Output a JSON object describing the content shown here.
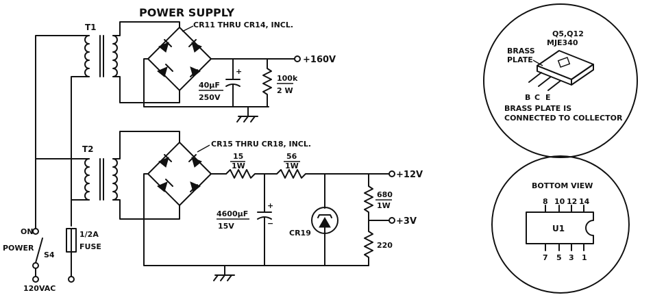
{
  "title": "POWER SUPPLY",
  "transformers": {
    "t1": "T1",
    "t2": "T2"
  },
  "diodes": {
    "top": "CR11 THRU CR14, INCL.",
    "bottom": "CR15 THRU CR18, INCL."
  },
  "outputs": {
    "v160": "+160V",
    "v12": "+12V",
    "v3": "+3V"
  },
  "top_cap": {
    "value": "40μF",
    "voltage": "250V",
    "polarity": "+"
  },
  "top_res": {
    "value": "100k",
    "power": "2 W"
  },
  "r15": {
    "value": "15",
    "power": "1W"
  },
  "r56": {
    "value": "56",
    "power": "1W"
  },
  "bottom_cap": {
    "value": "4600μF",
    "voltage": "15V",
    "plus": "+",
    "minus": "−"
  },
  "zener": {
    "label": "CR19"
  },
  "r680": {
    "value": "680",
    "power": "1W"
  },
  "r220": {
    "value": "220"
  },
  "switch": {
    "on_label": "ON",
    "power_label": "POWER",
    "id": "S4",
    "line_label": "120VAC"
  },
  "fuse": {
    "rating": "1/2A",
    "label": "FUSE"
  },
  "transistor_detail": {
    "parts": "Q5,Q12",
    "type": "MJE340",
    "plate_label_1": "BRASS",
    "plate_label_2": "PLATE",
    "pins": [
      "B",
      "C",
      "E"
    ],
    "note_1": "BRASS PLATE IS",
    "note_2": "CONNECTED TO COLLECTOR"
  },
  "ic_detail": {
    "title": "BOTTOM VIEW",
    "label": "U1",
    "top_pins": [
      "8",
      "10",
      "12",
      "14"
    ],
    "bottom_pins": [
      "7",
      "5",
      "3",
      "1"
    ]
  }
}
